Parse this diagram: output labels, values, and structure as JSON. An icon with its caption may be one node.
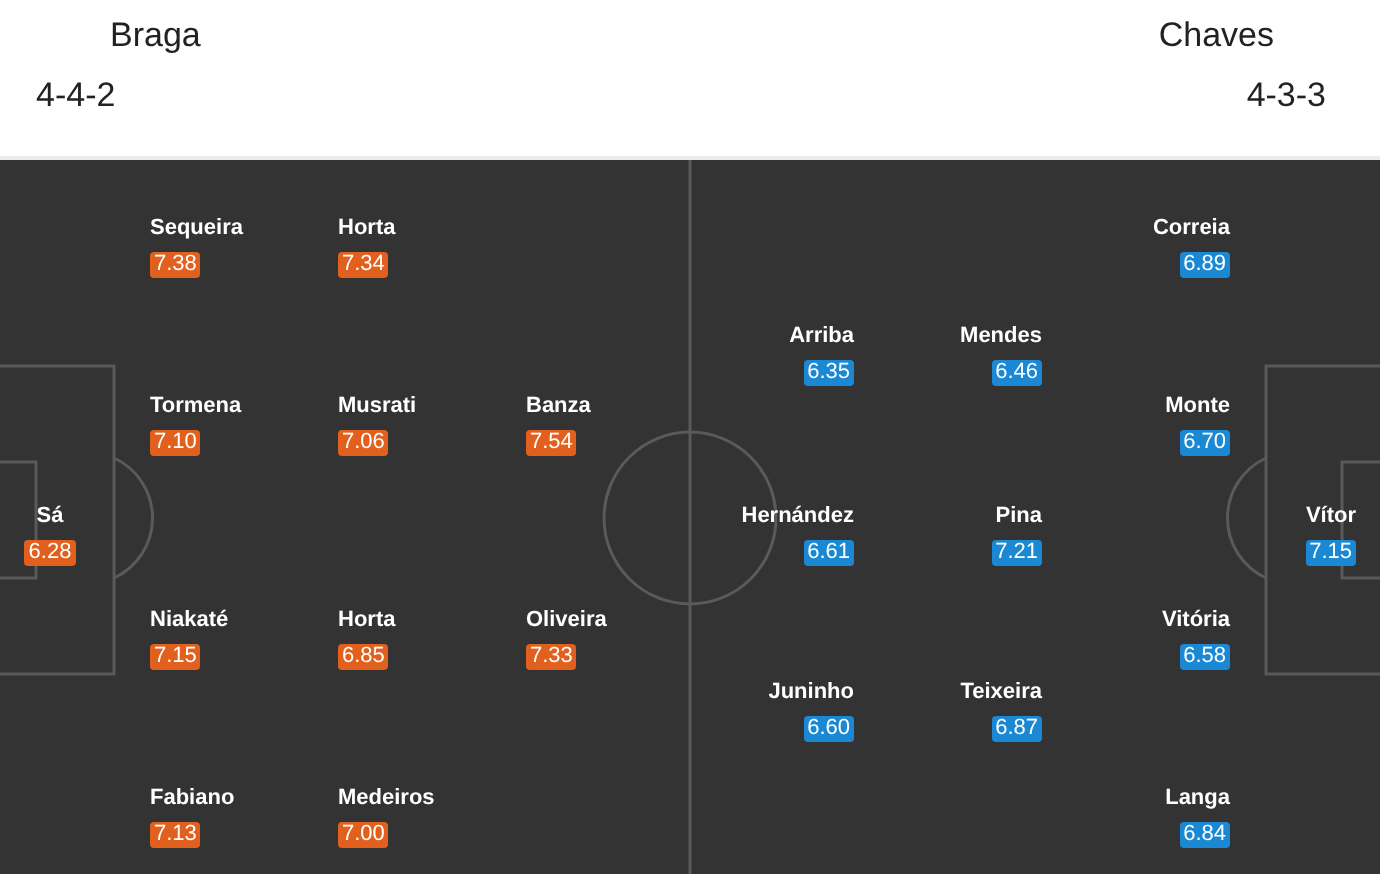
{
  "diagram": {
    "nodes": [
      {
        "text": [
          "7.38"
        ],
        "beside": [
          "Sequeira"
        ]
      },
      {
        "text": [
          "7.34"
        ],
        "beside": [
          "Horta"
        ]
      },
      {
        "text": [
          "7.10"
        ],
        "beside": [
          "Tormena"
        ]
      },
      {
        "text": [
          "7.06"
        ],
        "beside": [
          "Musrati"
        ]
      },
      {
        "text": [
          "7.54"
        ],
        "beside": [
          "Banza"
        ]
      },
      {
        "text": [
          "6.28"
        ],
        "beside": [
          "Sá"
        ]
      },
      {
        "text": [
          "7.15"
        ],
        "beside": [
          "Niakaté"
        ]
      },
      {
        "text": [
          "6.85"
        ],
        "beside": [
          "Horta"
        ]
      },
      {
        "text": [
          "7.33"
        ],
        "beside": [
          "Oliveira"
        ]
      },
      {
        "text": [
          "7.13"
        ],
        "beside": [
          "Fabiano"
        ]
      },
      {
        "text": [
          "7.00"
        ],
        "beside": [
          "Medeiros"
        ]
      },
      {
        "text": [
          "6.89"
        ],
        "beside": [
          "Correia"
        ]
      },
      {
        "text": [
          "6.35"
        ],
        "beside": [
          "Arriba"
        ]
      },
      {
        "text": [
          "6.46"
        ],
        "beside": [
          "Mendes"
        ]
      },
      {
        "text": [
          "6.70"
        ],
        "beside": [
          "Monte"
        ]
      },
      {
        "text": [
          "6.61"
        ],
        "beside": [
          "Hernández"
        ]
      },
      {
        "text": [
          "7.21"
        ],
        "beside": [
          "Pina"
        ]
      },
      {
        "text": [
          "7.15"
        ],
        "beside": [
          "Vítor"
        ]
      },
      {
        "text": [
          "6.58"
        ],
        "beside": [
          "Vitória"
        ]
      },
      {
        "text": [
          "6.60"
        ],
        "beside": [
          "Juninho"
        ]
      },
      {
        "text": [
          "6.87"
        ],
        "beside": [
          "Teixeira"
        ]
      },
      {
        "text": [
          "6.84"
        ],
        "beside": [
          "Langa"
        ]
      }
    ],
    "labels": [
      "Braga",
      "Chaves",
      "4-4-2",
      "4-3-3"
    ]
  }
}
